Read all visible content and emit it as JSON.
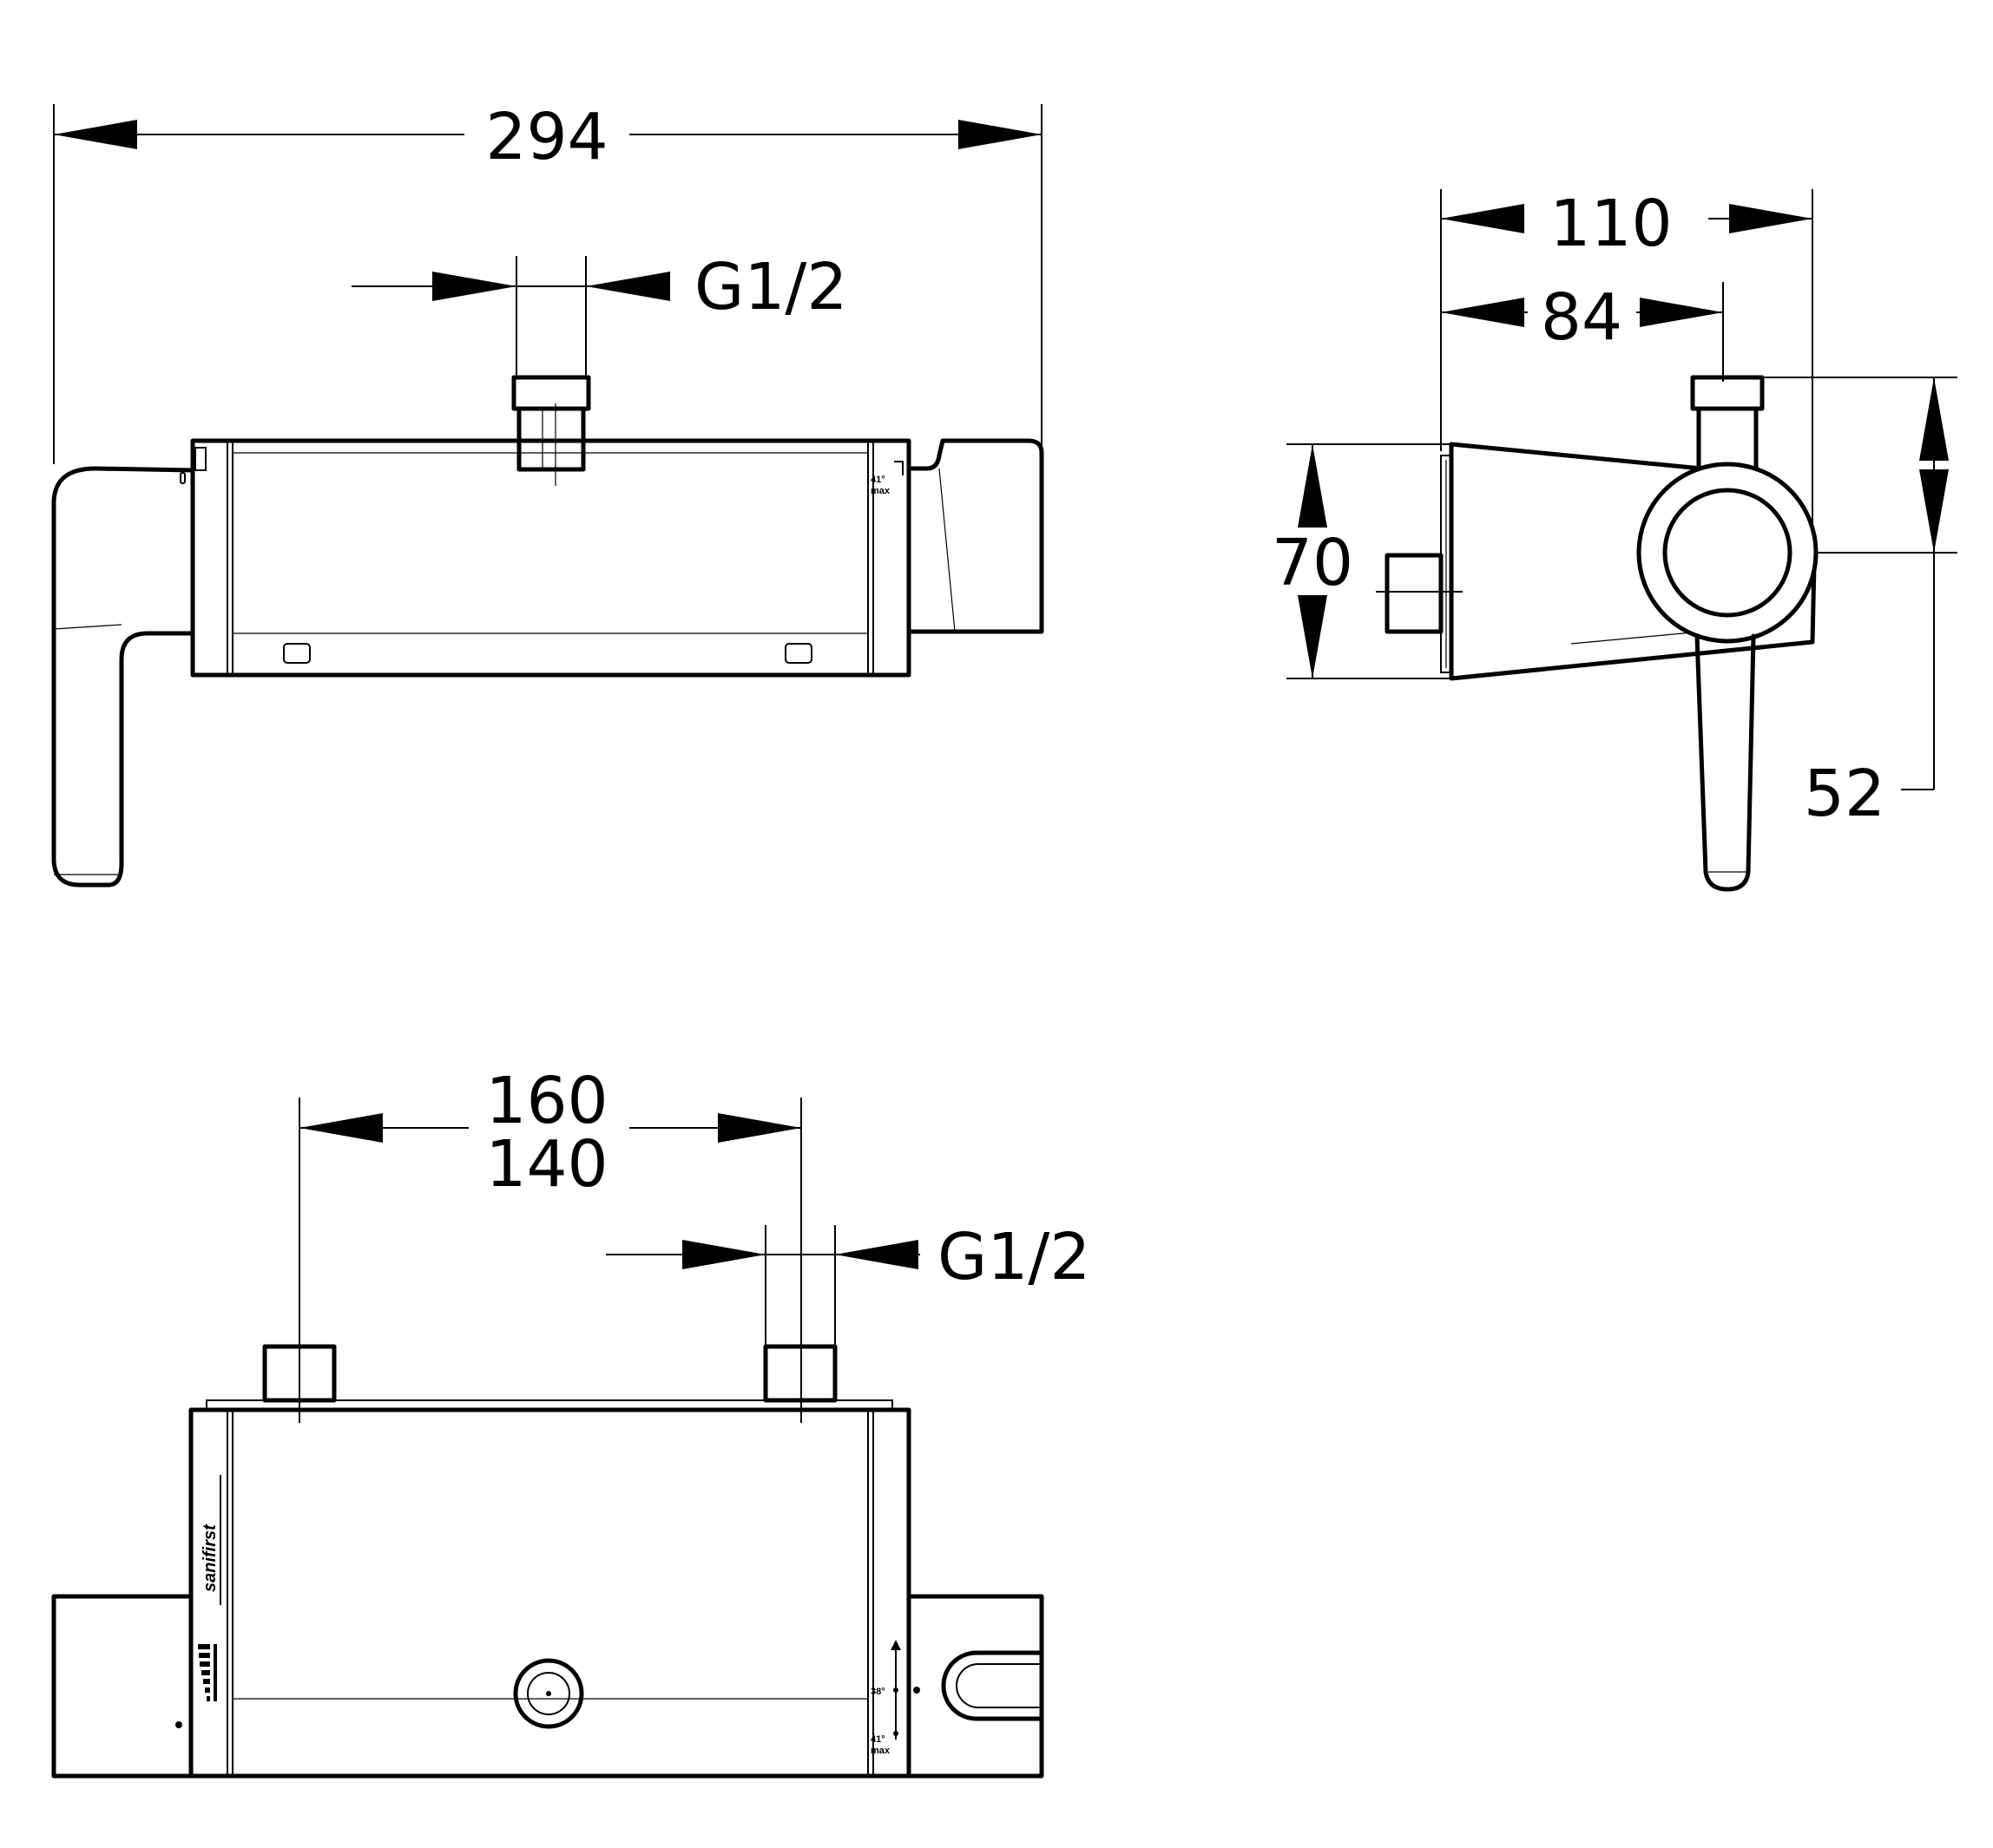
{
  "front_view": {
    "overall_width": "294",
    "thread": "G1/2",
    "mark_temp": "41°",
    "mark_max": "max"
  },
  "side_view": {
    "depth_total": "110",
    "depth_body": "84",
    "height": "70",
    "handle_offset": "52"
  },
  "top_view": {
    "spacing_a": "160",
    "spacing_b": "140",
    "thread": "G1/2",
    "brand": "sanifirst",
    "mark_temp_low": "38°",
    "mark_temp_high": "41°",
    "mark_max": "max"
  }
}
